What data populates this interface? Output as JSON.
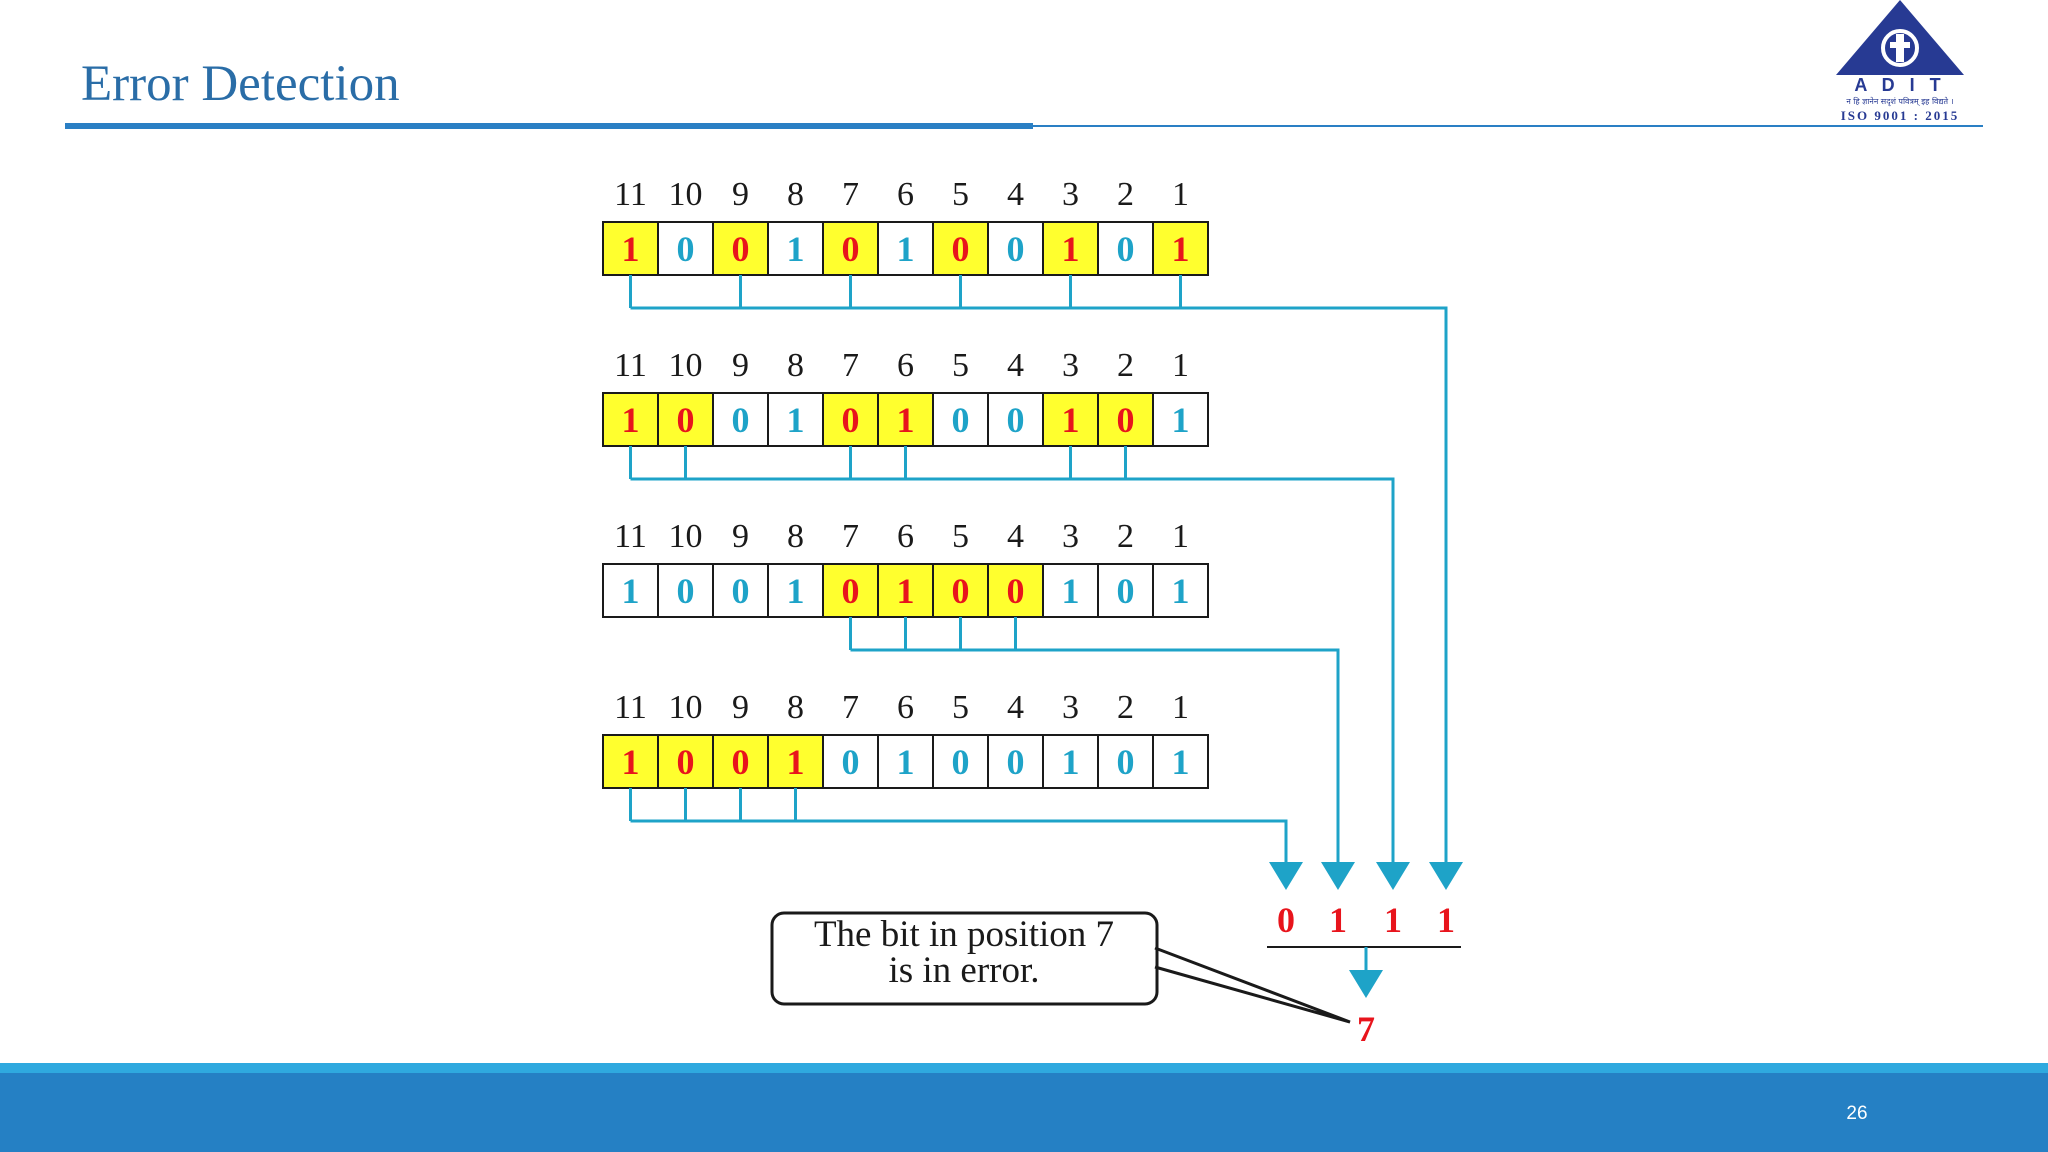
{
  "slide": {
    "title": "Error Detection",
    "page_number": "26"
  },
  "logo": {
    "name": "A D I T",
    "motto": "न हि ज्ञानेन सदृशं पवित्रम् इह विद्यते ।",
    "certification": "ISO 9001 : 2015"
  },
  "diagram": {
    "positions": [
      "11",
      "10",
      "9",
      "8",
      "7",
      "6",
      "5",
      "4",
      "3",
      "2",
      "1"
    ],
    "bits": [
      "1",
      "0",
      "0",
      "1",
      "0",
      "1",
      "0",
      "0",
      "1",
      "0",
      "1"
    ],
    "checks": [
      {
        "highlight": [
          1,
          3,
          5,
          7,
          9,
          11
        ],
        "result": "1"
      },
      {
        "highlight": [
          2,
          3,
          6,
          7,
          10,
          11
        ],
        "result": "1"
      },
      {
        "highlight": [
          4,
          5,
          6,
          7
        ],
        "result": "1"
      },
      {
        "highlight": [
          8,
          9,
          10,
          11
        ],
        "result": "0"
      }
    ],
    "syndrome_order": "0 1 1 1",
    "error_position": "7",
    "callout_line1": "The bit in position 7",
    "callout_line2": "is in error.",
    "colors": {
      "highlight_fill": "#ffff2e",
      "highlight_digit": "#e8141c",
      "plain_digit": "#1ea3c8",
      "connector": "#1ea3c8",
      "syndrome_digit": "#e8141c"
    }
  }
}
